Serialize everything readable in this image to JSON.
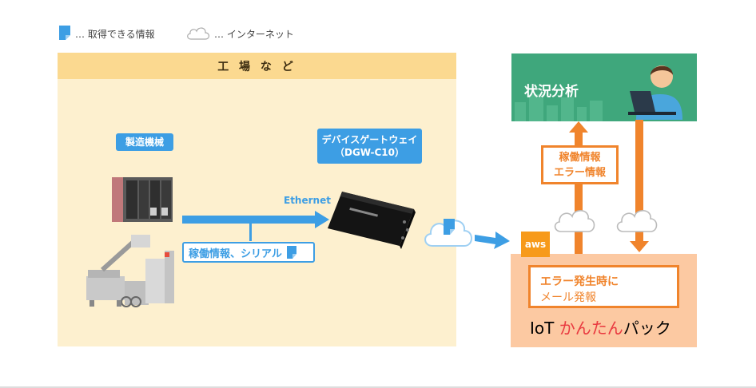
{
  "legend": {
    "info_label": "… 取得できる情報",
    "internet_label": "… インターネット"
  },
  "factory": {
    "title": "工 場 な ど",
    "machine_label": "製造機械",
    "gateway_label_line1": "デバイスゲートウェイ",
    "gateway_label_line2": "（DGW-C10）",
    "ethernet_label": "Ethernet",
    "serial_label": "稼働情報、シリアル"
  },
  "cloud_side": {
    "analysis_title": "状況分析",
    "upload_line1": "稼働情報",
    "upload_line2": "エラー情報",
    "aws_label": "aws",
    "alert_line1": "エラー発生時に",
    "alert_line2": "メール発報",
    "pack_prefix": "IoT",
    "pack_highlight": "かんたん",
    "pack_suffix": "パック"
  },
  "colors": {
    "blue": "#3d9ee4",
    "orange": "#f0842c",
    "green": "#3fa77c",
    "factory_bg": "#fdf0cf",
    "pack_bg": "#fcc9a2"
  }
}
